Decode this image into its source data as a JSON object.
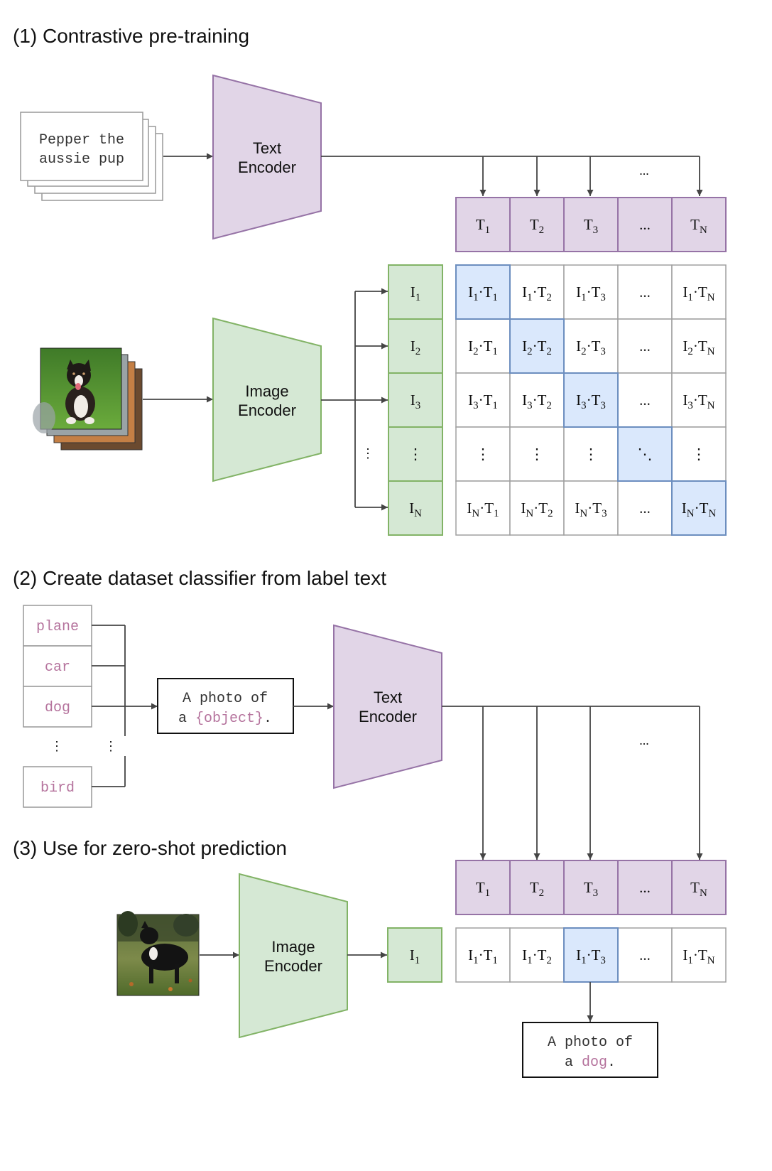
{
  "sections": {
    "pretraining": "(1) Contrastive pre-training",
    "classifier": "(2) Create dataset classifier from label text",
    "zeroshot": "(3) Use for zero-shot prediction"
  },
  "pretraining": {
    "text_card": [
      "Pepper the",
      "aussie pup"
    ],
    "text_encoder": [
      "Text",
      "Encoder"
    ],
    "image_encoder": [
      "Image",
      "Encoder"
    ],
    "text_features": [
      {
        "base": "T",
        "sub": "1"
      },
      {
        "base": "T",
        "sub": "2"
      },
      {
        "base": "T",
        "sub": "3"
      },
      {
        "text": "..."
      },
      {
        "base": "T",
        "sub": "N"
      }
    ],
    "image_features": [
      {
        "base": "I",
        "sub": "1"
      },
      {
        "base": "I",
        "sub": "2"
      },
      {
        "base": "I",
        "sub": "3"
      },
      {
        "text": "⋮"
      },
      {
        "base": "I",
        "sub": "N"
      }
    ],
    "arrow_gap_text": "...",
    "arrow_gap_image": "⋮",
    "matrix_rows": [
      [
        {
          "i": "1",
          "t": "1"
        },
        {
          "i": "1",
          "t": "2"
        },
        {
          "i": "1",
          "t": "3"
        },
        {
          "text": "..."
        },
        {
          "i": "1",
          "t": "N"
        }
      ],
      [
        {
          "i": "2",
          "t": "1"
        },
        {
          "i": "2",
          "t": "2"
        },
        {
          "i": "2",
          "t": "3"
        },
        {
          "text": "..."
        },
        {
          "i": "2",
          "t": "N"
        }
      ],
      [
        {
          "i": "3",
          "t": "1"
        },
        {
          "i": "3",
          "t": "2"
        },
        {
          "i": "3",
          "t": "3"
        },
        {
          "text": "..."
        },
        {
          "i": "3",
          "t": "N"
        }
      ],
      [
        {
          "text": "⋮"
        },
        {
          "text": "⋮"
        },
        {
          "text": "⋮"
        },
        {
          "text": "⋱"
        },
        {
          "text": "⋮"
        }
      ],
      [
        {
          "i": "N",
          "t": "1"
        },
        {
          "i": "N",
          "t": "2"
        },
        {
          "i": "N",
          "t": "3"
        },
        {
          "text": "..."
        },
        {
          "i": "N",
          "t": "N"
        }
      ]
    ],
    "highlight_diagonal": true
  },
  "classifier": {
    "labels": [
      "plane",
      "car",
      "dog",
      "bird"
    ],
    "label_gap": "⋮",
    "template_line1": "A photo of",
    "template_line2_prefix": "a ",
    "template_object": "{object}",
    "template_line2_suffix": ".",
    "text_encoder": [
      "Text",
      "Encoder"
    ],
    "arrow_gap": "..."
  },
  "zeroshot": {
    "image_encoder": [
      "Image",
      "Encoder"
    ],
    "image_feature": {
      "base": "I",
      "sub": "1"
    },
    "text_features": [
      {
        "base": "T",
        "sub": "1"
      },
      {
        "base": "T",
        "sub": "2"
      },
      {
        "base": "T",
        "sub": "3"
      },
      {
        "text": "..."
      },
      {
        "base": "T",
        "sub": "N"
      }
    ],
    "scores": [
      {
        "i": "1",
        "t": "1"
      },
      {
        "i": "1",
        "t": "2"
      },
      {
        "i": "1",
        "t": "3"
      },
      {
        "text": "..."
      },
      {
        "i": "1",
        "t": "N"
      }
    ],
    "selected_index": 2,
    "result_line1": "A photo of",
    "result_line2_prefix": "a ",
    "result_object": "dog",
    "result_line2_suffix": "."
  },
  "colors": {
    "text_encoder_fill": "#e1d5e7",
    "text_encoder_stroke": "#9673a6",
    "image_encoder_fill": "#d5e8d4",
    "image_encoder_stroke": "#82b366",
    "highlight_fill": "#dae8fc",
    "highlight_stroke": "#6c8ebf",
    "label_text": "#b5739d",
    "arrow": "#444444",
    "grid": "#a0a0a0"
  }
}
